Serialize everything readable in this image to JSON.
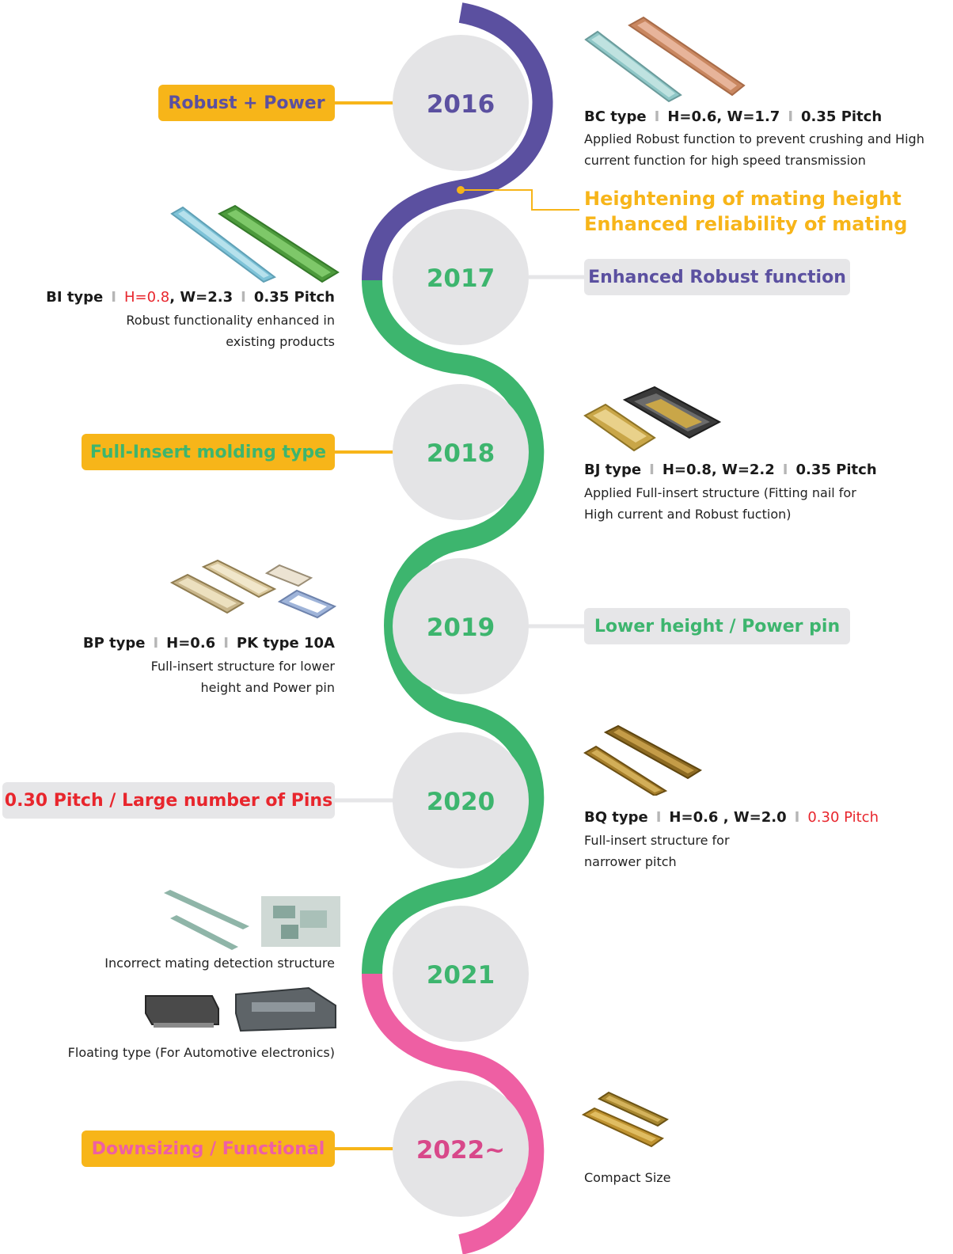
{
  "colors": {
    "purple": "#5b50a0",
    "green": "#3db56e",
    "pink": "#ee5fa3",
    "yellow": "#f7b519",
    "red": "#e8262d",
    "grey_circle": "#e4e4e6",
    "grey_badge": "#e6e6e8"
  },
  "years": {
    "y2016": "2016",
    "y2017": "2017",
    "y2018": "2018",
    "y2019": "2019",
    "y2020": "2020",
    "y2021": "2021",
    "y2022": "2022~"
  },
  "badges": {
    "robust_power": "Robust + Power",
    "enhanced_robust": "Enhanced Robust function",
    "full_insert": "Full-Insert molding type",
    "lower_height": "Lower height / Power pin",
    "pitch_030": "0.30 Pitch / Large number of Pins",
    "downsizing": "Downsizing / Functional"
  },
  "callout": {
    "line1": "Heightening of mating height",
    "line2": "Enhanced reliability of mating"
  },
  "products": {
    "bc": {
      "type": "BC type",
      "dims": "H=0.6, W=1.7",
      "pitch": "0.35 Pitch",
      "desc1": "Applied Robust function to prevent crushing and High",
      "desc2": "current function for high speed transmission"
    },
    "bi": {
      "type": "BI type",
      "h": "H=0.8",
      "w": ", W=2.3",
      "pitch": "0.35 Pitch",
      "desc1": "Robust functionality enhanced in",
      "desc2": "existing products"
    },
    "bj": {
      "type": "BJ type",
      "dims": "H=0.8, W=2.2",
      "pitch": "0.35 Pitch",
      "desc1": "Applied Full-insert structure (Fitting nail for",
      "desc2": "High current and Robust fuction)"
    },
    "bp": {
      "type": "BP type",
      "h": "H=0.6",
      "pk": "PK type 10A",
      "desc1": "Full-insert structure for lower",
      "desc2": "height and Power pin"
    },
    "bq": {
      "type": "BQ type",
      "dims": "H=0.6 , W=2.0",
      "pitch": "0.30 Pitch",
      "desc1": "Full-insert structure for",
      "desc2": "narrower pitch"
    },
    "y2021": {
      "incorrect": "Incorrect mating detection structure",
      "floating": "Floating type (For Automotive electronics)"
    },
    "y2022": {
      "compact": "Compact Size"
    }
  },
  "separator": "I"
}
